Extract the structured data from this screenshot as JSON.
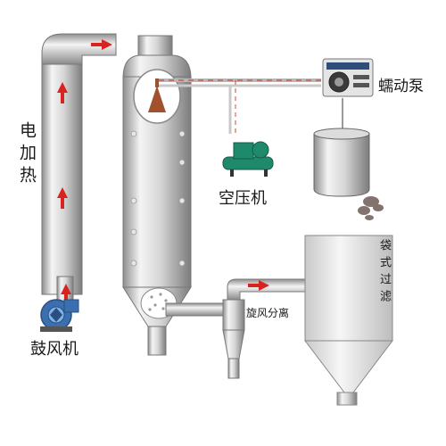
{
  "labels": {
    "heater": "电加热",
    "blower": "鼓风机",
    "compressor": "空压机",
    "pump": "蠕动泵",
    "cyclone": "旋风分离",
    "bag_filter": "袋式过滤"
  },
  "colors": {
    "flow_arrow": "#d9231f",
    "steel_light": "#f2f2f2",
    "steel_dark": "#9a9a9a",
    "pipe_line": "#c84b3a",
    "compressor_body": "#1f8a6b",
    "blower_body": "#3a6fb0"
  }
}
